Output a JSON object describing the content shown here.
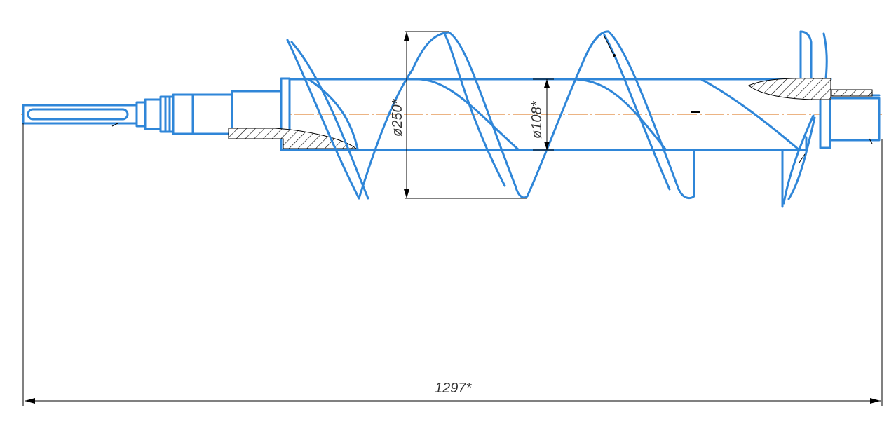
{
  "colors": {
    "outline": "#2f86d8",
    "centerline": "#e0883a",
    "dimension": "#000000",
    "hatch_fill": "#ffffff"
  },
  "dimensions": {
    "outer_diameter": "ø250*",
    "shaft_diameter": "ø108*",
    "overall_length": "1297*"
  }
}
